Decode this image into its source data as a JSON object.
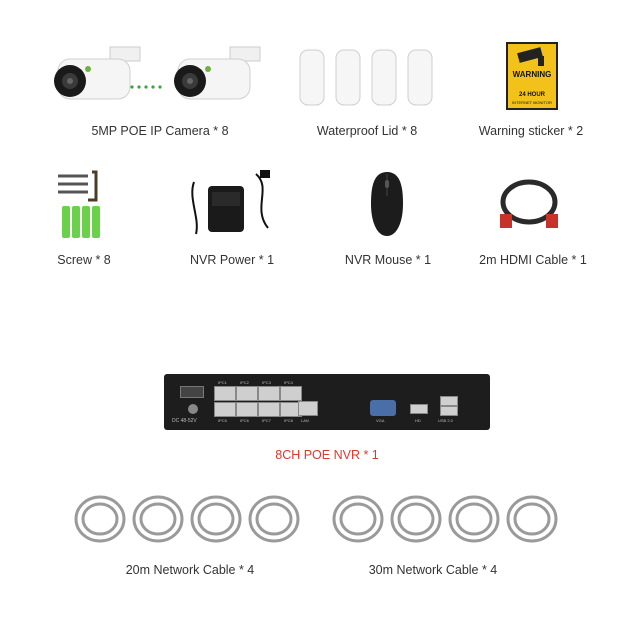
{
  "items": [
    {
      "label": "5MP POE IP Camera * 8",
      "icon": "bullet-camera-icon"
    },
    {
      "label": "Waterproof Lid * 8",
      "icon": "waterproof-lid-icon"
    },
    {
      "label": "Warning sticker * 2",
      "icon": "warning-sticker-icon"
    },
    {
      "label": "Screw * 8",
      "icon": "screw-kit-icon"
    },
    {
      "label": "NVR Power * 1",
      "icon": "power-adapter-icon"
    },
    {
      "label": "NVR Mouse * 1",
      "icon": "mouse-icon"
    },
    {
      "label": "2m HDMI Cable * 1",
      "icon": "hdmi-cable-icon"
    },
    {
      "label": "8CH POE NVR * 1",
      "icon": "nvr-recorder-icon"
    },
    {
      "label": "20m Network Cable * 4",
      "icon": "network-cable-coil-icon"
    },
    {
      "label": "30m Network Cable * 4",
      "icon": "network-cable-coil-icon"
    }
  ],
  "sticker": {
    "title": "WARNING",
    "subtitle": "24 HOUR",
    "line": "INTERNET MONITOR"
  },
  "nvr_ports": {
    "poe": [
      "IPC1",
      "IPC2",
      "IPC3",
      "IPC4",
      "IPC5",
      "IPC6",
      "IPC7",
      "IPC8"
    ],
    "lan": "LAN",
    "vga": "VGA",
    "hd": "HD",
    "usb": "USB 2.0",
    "dc": "DC 48-52V"
  },
  "colors": {
    "label_text": "#333333",
    "nvr_label": "#d83a2e",
    "sticker_yellow": "#f3c21a"
  }
}
